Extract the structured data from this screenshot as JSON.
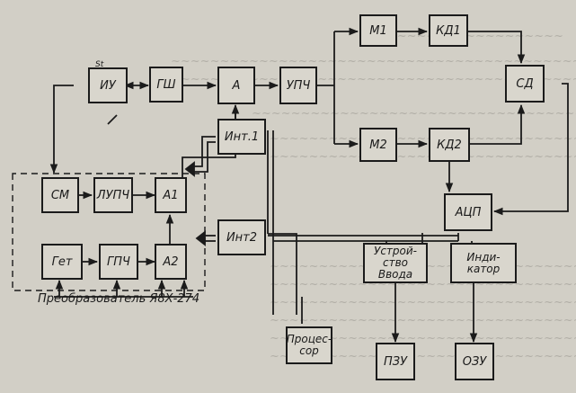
{
  "colors": {
    "paper": "#d2cfc6",
    "ink": "#1b1b1b",
    "bleed": "#8e8b84"
  },
  "blocks": {
    "iu": "ИУ",
    "gsh": "ГШ",
    "a": "А",
    "upch": "УПЧ",
    "m1": "М1",
    "kd1": "КД1",
    "sd": "СД",
    "m2": "М2",
    "kd2": "КД2",
    "acp": "АЦП",
    "int1": "Инт.1",
    "int2": "Инт2",
    "sm": "СМ",
    "lupch": "ЛУПЧ",
    "a1": "А1",
    "get": "Гет",
    "gpch": "ГПЧ",
    "a2": "А2",
    "input_device": "Устрой-\nство\nВвода",
    "indicator": "Инди-\nкатор",
    "processor": "Процес-\nсор",
    "pzu": "ПЗУ",
    "ozu": "ОЗУ"
  },
  "labels": {
    "converter": "Преобразователь Я8Х-274",
    "st": "St"
  }
}
